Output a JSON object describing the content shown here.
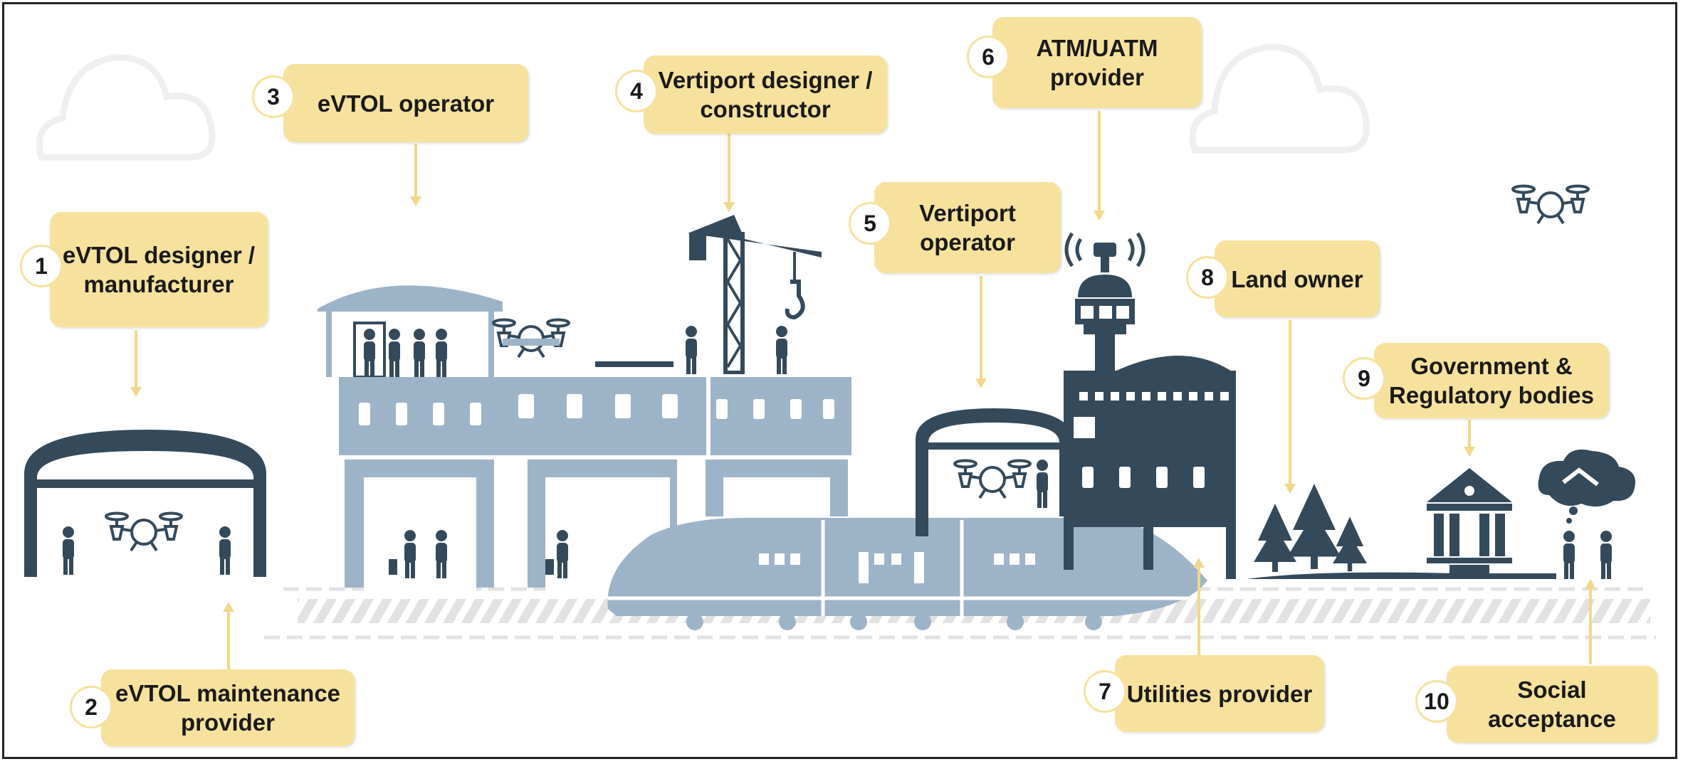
{
  "colors": {
    "accent_callout": "#f6e29c",
    "building_dark": "#344a5b",
    "building_light": "#9db3c8",
    "arrow": "#f1d889",
    "cloud": "#efefef",
    "track": "#e2e2e2"
  },
  "icons": [
    "cloud-icon",
    "drone-icon",
    "person-icon",
    "crane-icon",
    "control-tower-icon",
    "tree-icon",
    "government-building-icon",
    "handshake-icon",
    "train-icon"
  ],
  "stakeholders": [
    {
      "number": "1",
      "label": "eVTOL designer / manufacturer"
    },
    {
      "number": "2",
      "label": "eVTOL maintenance provider"
    },
    {
      "number": "3",
      "label": "eVTOL operator"
    },
    {
      "number": "4",
      "label": "Vertiport designer / constructor"
    },
    {
      "number": "5",
      "label": "Vertiport operator"
    },
    {
      "number": "6",
      "label": "ATM/UATM provider"
    },
    {
      "number": "7",
      "label": "Utilities provider"
    },
    {
      "number": "8",
      "label": "Land owner"
    },
    {
      "number": "9",
      "label": "Government & Regulatory bodies"
    },
    {
      "number": "10",
      "label": "Social acceptance"
    }
  ]
}
